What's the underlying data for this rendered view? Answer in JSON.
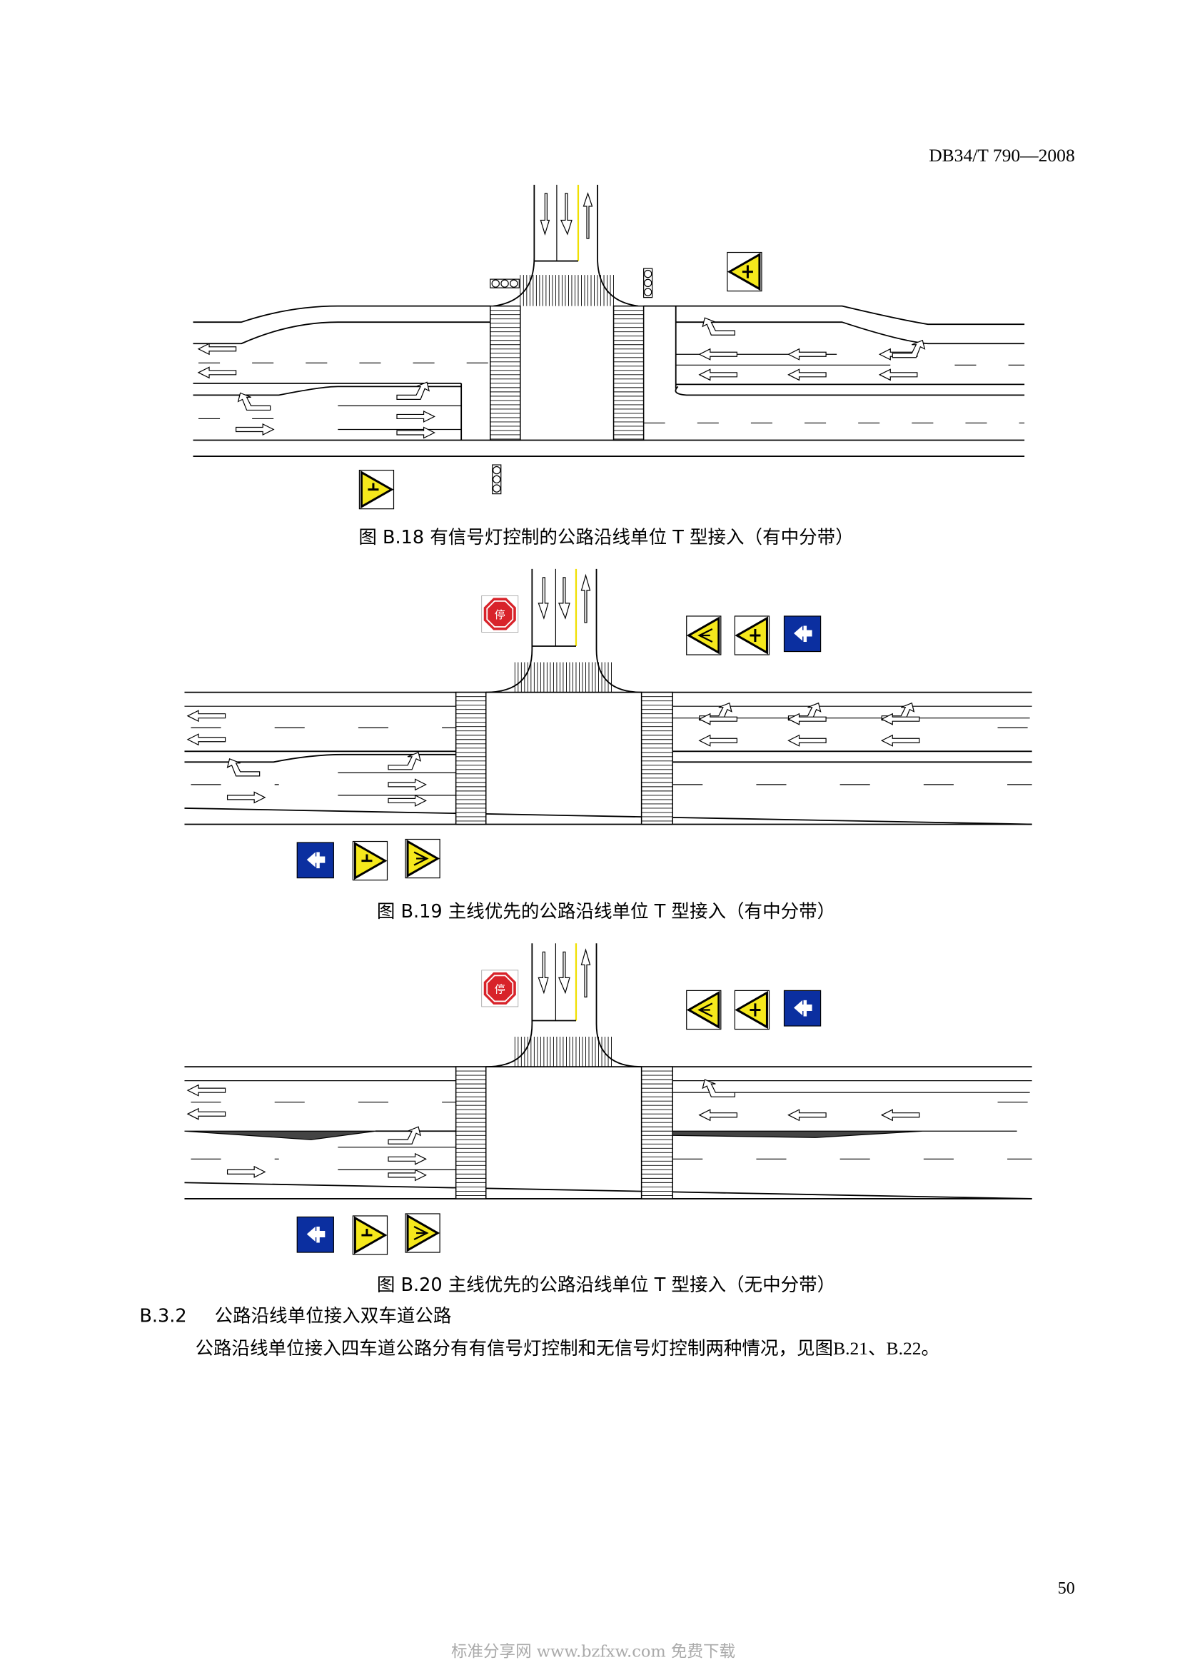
{
  "header": {
    "standard_no": "DB34/T 790—2008"
  },
  "figures": [
    {
      "caption": "图  B.18 有信号灯控制的公路沿线单位 T 型接入（有中分带）"
    },
    {
      "caption": "图  B.19 主线优先的公路沿线单位 T 型接入（有中分带）"
    },
    {
      "caption": "图  B.20 主线优先的公路沿线单位 T 型接入（无中分带）"
    }
  ],
  "section": {
    "number": "B.3.2",
    "title": "公路沿线单位接入双车道公路"
  },
  "paragraph": "公路沿线单位接入四车道公路分有有信号灯控制和无信号灯控制两种情况，见图B.21、B.22。",
  "page_number": "50",
  "watermark": "标准分享网 www.bzfxw.com 免费下载",
  "colors": {
    "sign_yellow": "#f5e81c",
    "sign_blue": "#0b2fa0",
    "stop_red": "#d8232a",
    "center_line": "#f0e000"
  }
}
